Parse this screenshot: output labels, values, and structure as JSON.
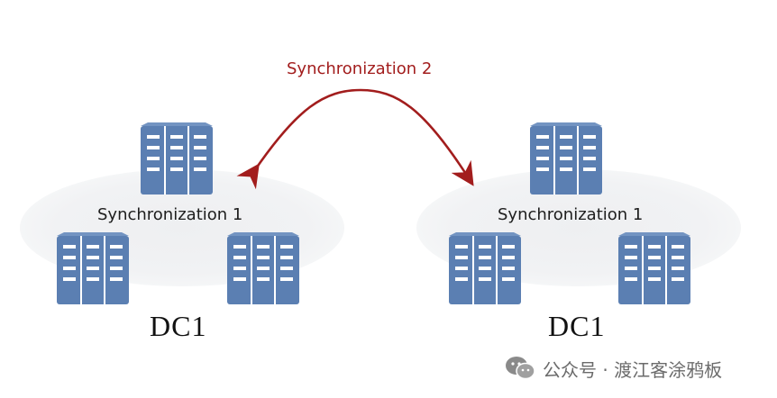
{
  "diagram": {
    "arc_label": "Synchronization 2",
    "arc_color": "#a21d1d",
    "server_color": "#5b7fb2",
    "clusters": [
      {
        "sync_label": "Synchronization 1",
        "dc_label": "DC1"
      },
      {
        "sync_label": "Synchronization 1",
        "dc_label": "DC1"
      }
    ]
  },
  "watermark": {
    "icon": "wechat-icon",
    "text": "公众号 · 渡江客涂鸦板"
  }
}
